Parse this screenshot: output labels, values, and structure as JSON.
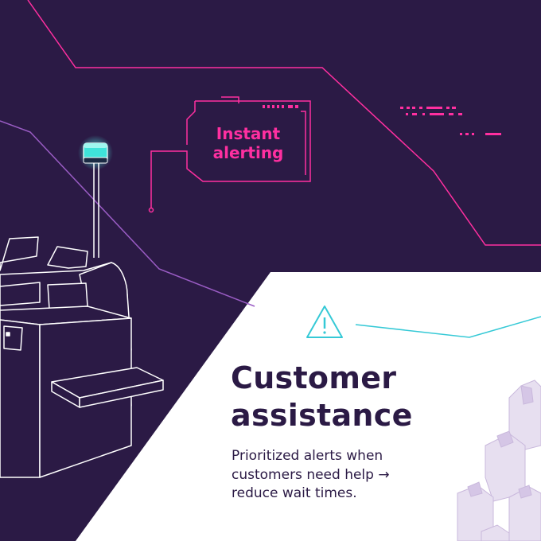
{
  "callout": {
    "line1": "Instant",
    "line2": "alerting"
  },
  "feature": {
    "title_line1": "Customer",
    "title_line2": "assistance",
    "body_line1": "Prioritized alerts when",
    "body_line2": "customers need help →",
    "body_line3": "reduce wait times."
  },
  "icons": {
    "warning": "warning-triangle-icon",
    "light": "status-light-icon"
  },
  "colors": {
    "background": "#2b1a45",
    "panel": "#ffffff",
    "accent_pink": "#ff2fa0",
    "accent_teal": "#35c9d6",
    "line_violet": "#9a5cc4",
    "ink": "#2b1a45"
  }
}
